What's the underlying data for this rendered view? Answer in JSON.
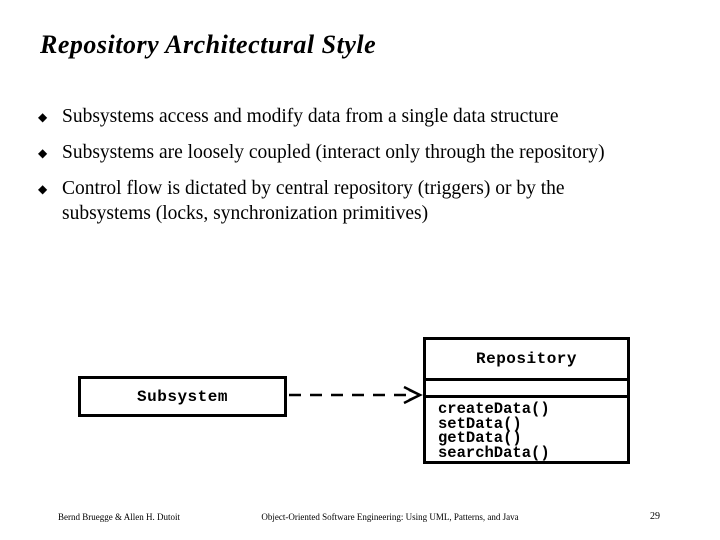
{
  "slide": {
    "title": "Repository Architectural Style",
    "bullet_glyph": "◆",
    "bullets": [
      "Subsystems access and modify data from a single data structure",
      "Subsystems are loosely coupled (interact only through the repository)",
      "Control flow is dictated by central repository (triggers) or by the subsystems (locks, synchronization primitives)"
    ]
  },
  "diagram": {
    "subsystem_box": {
      "label": "Subsystem"
    },
    "repository_box": {
      "title": "Repository",
      "operations": [
        "createData()",
        "setData()",
        "getData()",
        "searchData()"
      ]
    },
    "arrow": {
      "type": "dashed-dependency-arrow",
      "from": "Subsystem",
      "to": "Repository"
    }
  },
  "footer": {
    "left": "Bernd Bruegge & Allen H. Dutoit",
    "center": "Object-Oriented Software Engineering: Using UML, Patterns, and Java",
    "page_number": "29"
  },
  "colors": {
    "background": "#ffffff",
    "foreground": "#000000"
  }
}
